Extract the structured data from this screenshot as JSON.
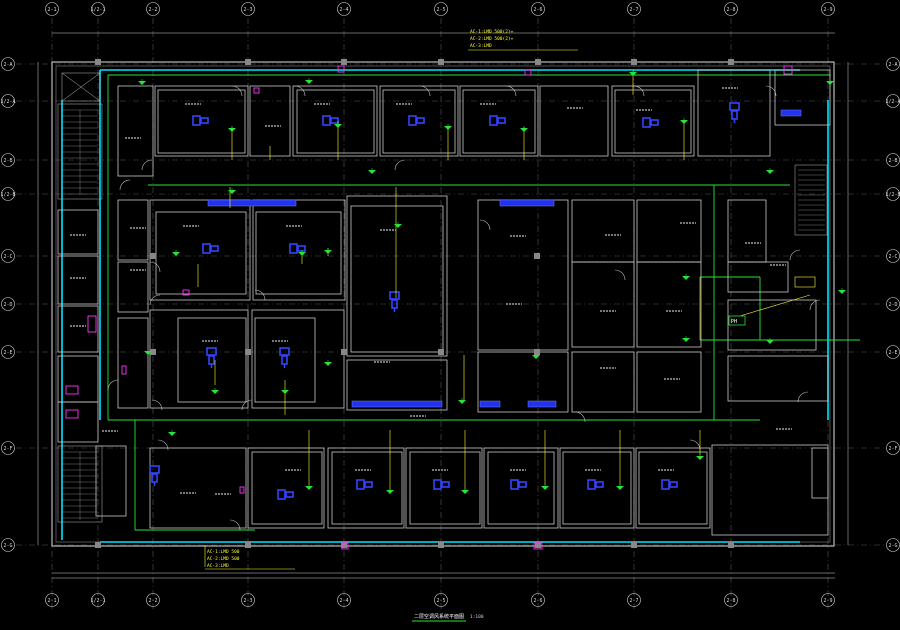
{
  "grid": {
    "top_labels": [
      "2-1",
      "1/2-1",
      "2-2",
      "2-3",
      "2-4",
      "2-5",
      "2-6",
      "2-7",
      "2-8",
      "2-9"
    ],
    "left_labels": [
      "2-A",
      "1/2-A",
      "2-B",
      "1/2-B",
      "2-C",
      "2-D",
      "2-E",
      "2-F",
      "2-G"
    ],
    "right_labels": [
      "2-A",
      "1/2-A",
      "2-B",
      "1/2-B",
      "2-C",
      "2-D",
      "2-E",
      "2-F",
      "2-G"
    ]
  },
  "notes_top": [
    "AC-1:LMD 500(2)+",
    "AC-2:LMD 500(2)+",
    "AC-3:LMD"
  ],
  "notes_bottom": [
    "AC-1:LMD 500",
    "AC-2:LMD 500",
    "AC-3:LMD"
  ],
  "drawing_title": "二层空调风系统平面图",
  "drawing_scale": "1:100",
  "tag": "PH"
}
